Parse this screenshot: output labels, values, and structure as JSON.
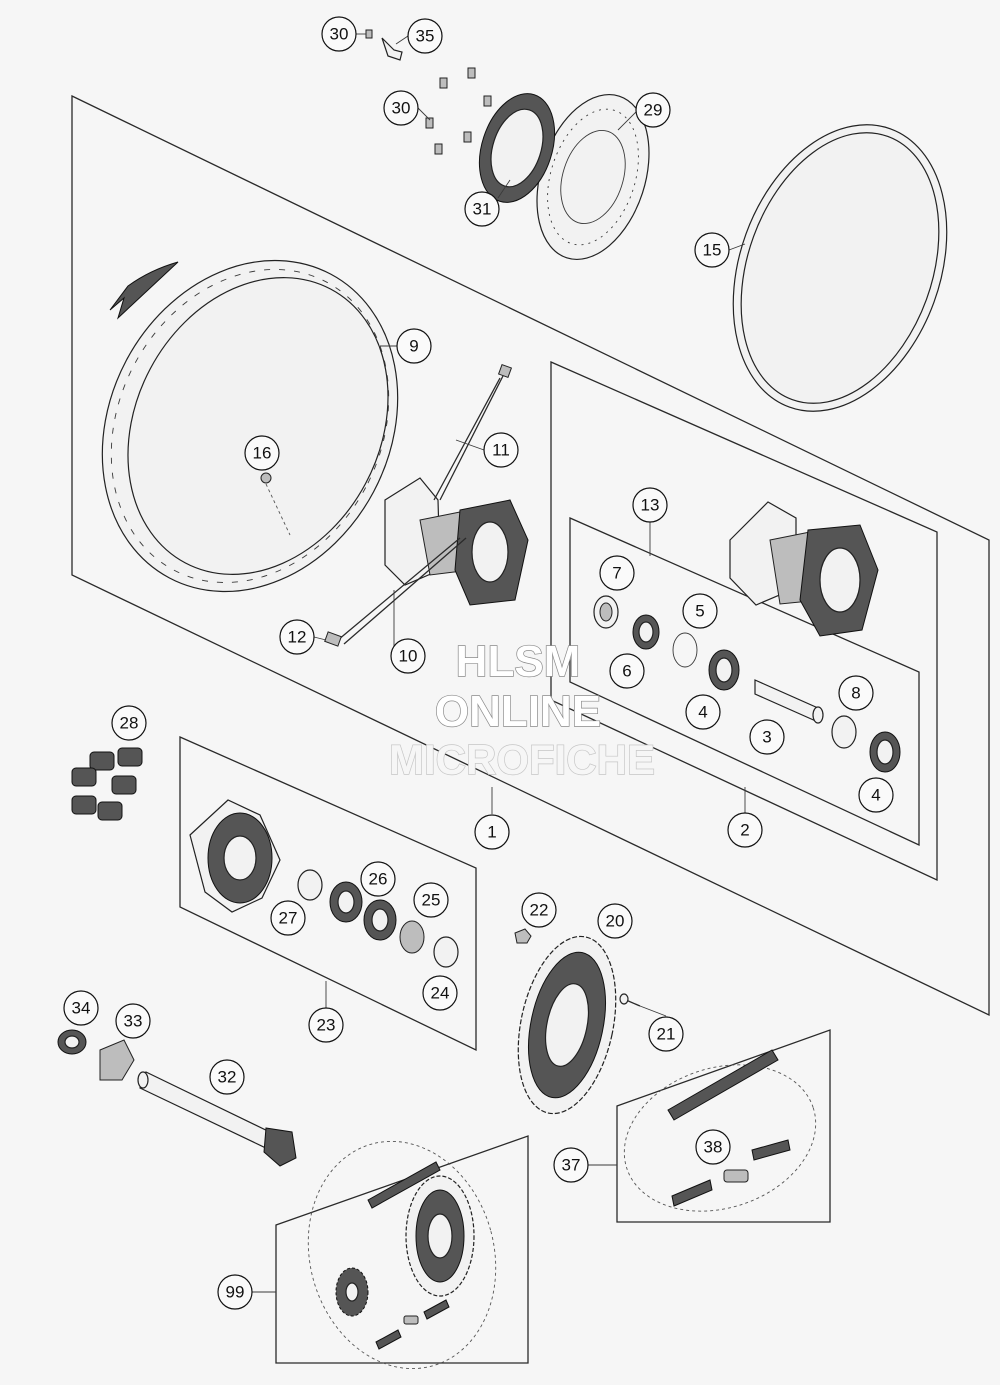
{
  "diagram": {
    "callouts": {
      "c1": "1",
      "c2": "2",
      "c3": "3",
      "c4a": "4",
      "c4b": "4",
      "c5": "5",
      "c6": "6",
      "c7": "7",
      "c8": "8",
      "c9": "9",
      "c10": "10",
      "c11": "11",
      "c12": "12",
      "c13": "13",
      "c15": "15",
      "c16": "16",
      "c20": "20",
      "c21": "21",
      "c22": "22",
      "c23": "23",
      "c24": "24",
      "c25": "25",
      "c26": "26",
      "c27": "27",
      "c28": "28",
      "c29": "29",
      "c30a": "30",
      "c30b": "30",
      "c31": "31",
      "c32": "32",
      "c33": "33",
      "c34": "34",
      "c35": "35",
      "c37": "37",
      "c38": "38",
      "c99": "99"
    }
  },
  "watermark": {
    "line1": "HLSM",
    "line2": "ONLINE",
    "line3": "MICROFICHE"
  },
  "colors": {
    "line": "#2a2a2a",
    "background": "#f6f6f6",
    "watermark_stroke": "#8a8a8a"
  }
}
